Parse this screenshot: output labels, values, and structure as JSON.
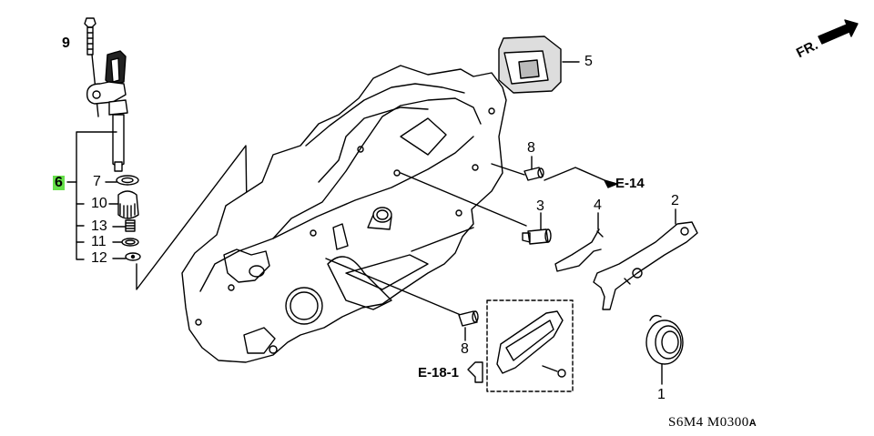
{
  "diagram": {
    "title": "Clutch Housing / Release Fork Parts Diagram",
    "direction_indicator": "FR.",
    "diagram_code": "S6M4  M0300",
    "diagram_code_suffix": "A",
    "highlight_color": "#66e04a",
    "callouts": [
      {
        "id": "c9",
        "number": "9",
        "part": "bolt (speed sensor)"
      },
      {
        "id": "c6",
        "number": "6",
        "part": "speed sensor assembly",
        "highlighted": true
      },
      {
        "id": "c7",
        "number": "7",
        "part": "o-ring"
      },
      {
        "id": "c10",
        "number": "10",
        "part": "driven gear"
      },
      {
        "id": "c13",
        "number": "13",
        "part": "spring"
      },
      {
        "id": "c11",
        "number": "11",
        "part": "o-ring"
      },
      {
        "id": "c12",
        "number": "12",
        "part": "washer"
      },
      {
        "id": "c5",
        "number": "5",
        "part": "mount / boot"
      },
      {
        "id": "c8a",
        "number": "8",
        "part": "dowel pin"
      },
      {
        "id": "c3",
        "number": "3",
        "part": "fitting"
      },
      {
        "id": "c4",
        "number": "4",
        "part": "spring clip"
      },
      {
        "id": "c2",
        "number": "2",
        "part": "release fork"
      },
      {
        "id": "c1",
        "number": "1",
        "part": "release bearing"
      },
      {
        "id": "c8b",
        "number": "8",
        "part": "dowel pin"
      }
    ],
    "references": [
      {
        "id": "ref-e14",
        "label": "E-14"
      },
      {
        "id": "ref-e181",
        "label": "E-18-1"
      }
    ]
  }
}
